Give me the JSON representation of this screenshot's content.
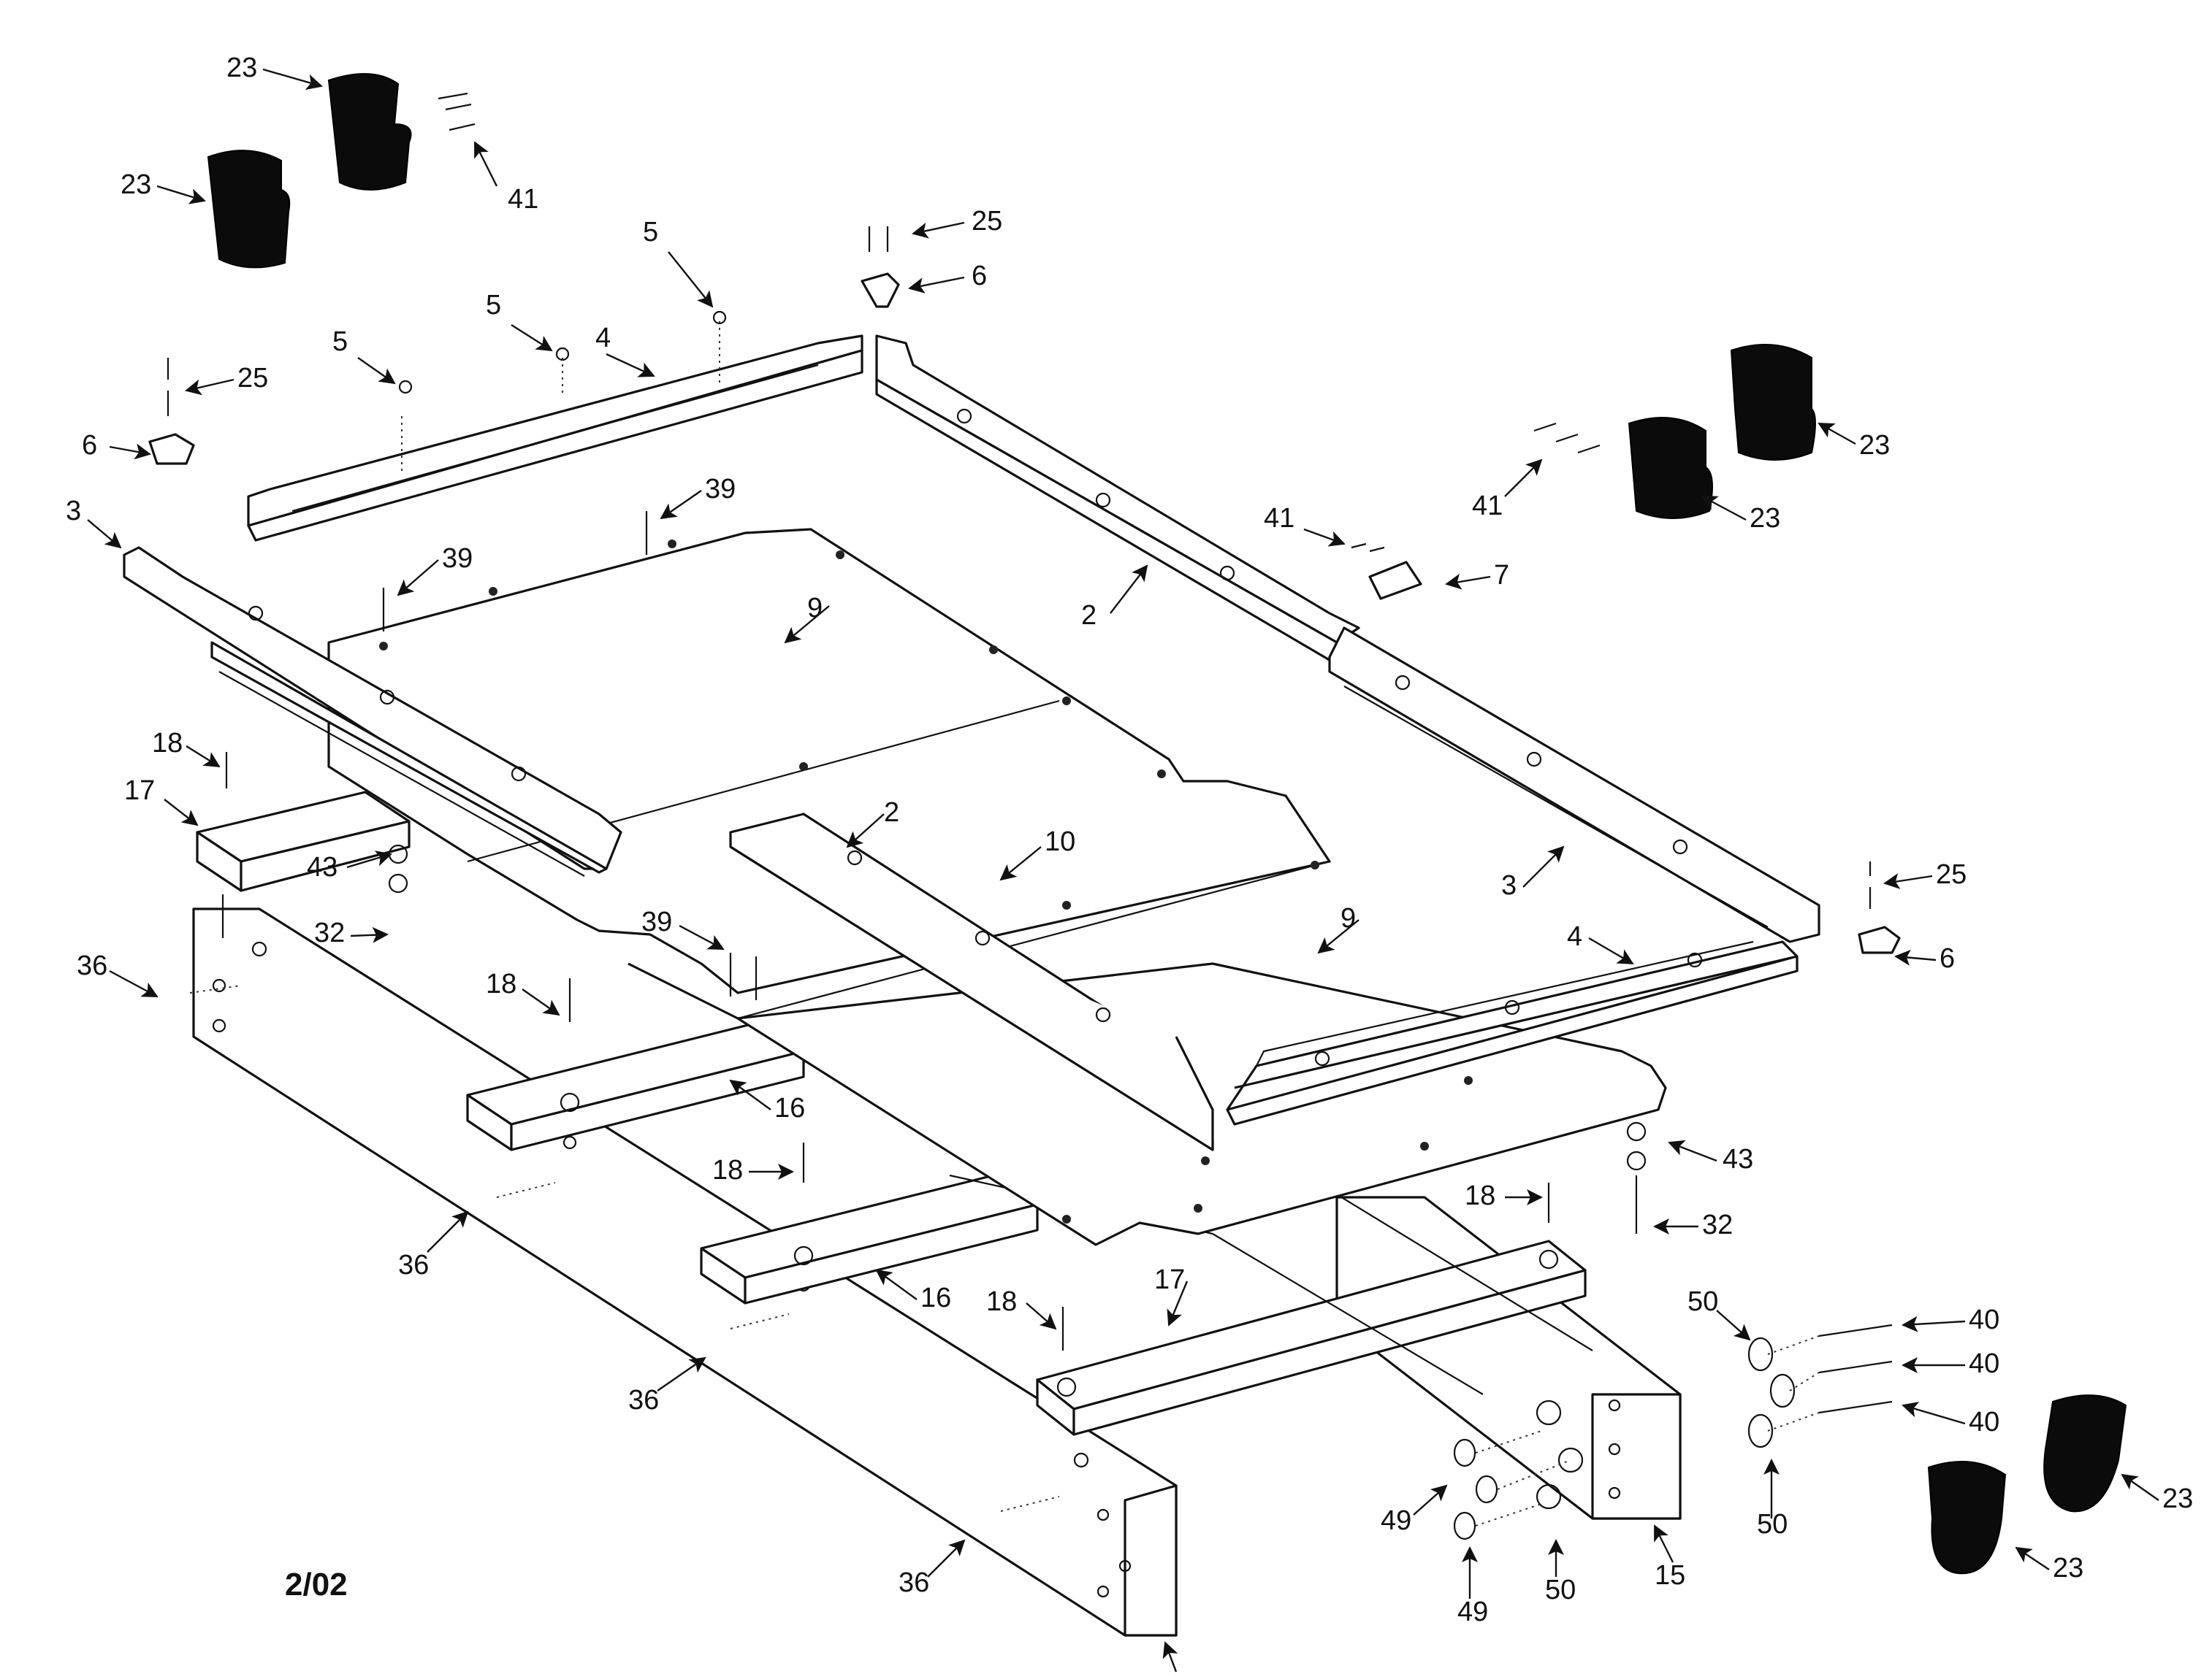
{
  "diagram": {
    "revision_date": "2/02",
    "callouts": [
      {
        "id": "c-23-a",
        "label": "23"
      },
      {
        "id": "c-41-a",
        "label": "41"
      },
      {
        "id": "c-23-b",
        "label": "23"
      },
      {
        "id": "c-25-a",
        "label": "25"
      },
      {
        "id": "c-6-a",
        "label": "6"
      },
      {
        "id": "c-5-a",
        "label": "5"
      },
      {
        "id": "c-5-b",
        "label": "5"
      },
      {
        "id": "c-4-a",
        "label": "4"
      },
      {
        "id": "c-5-c",
        "label": "5"
      },
      {
        "id": "c-25-b",
        "label": "25"
      },
      {
        "id": "c-6-b",
        "label": "6"
      },
      {
        "id": "c-23-c",
        "label": "23"
      },
      {
        "id": "c-41-b",
        "label": "41"
      },
      {
        "id": "c-23-d",
        "label": "23"
      },
      {
        "id": "c-3-a",
        "label": "3"
      },
      {
        "id": "c-39-a",
        "label": "39"
      },
      {
        "id": "c-39-b",
        "label": "39"
      },
      {
        "id": "c-9-a",
        "label": "9"
      },
      {
        "id": "c-41-c",
        "label": "41"
      },
      {
        "id": "c-7",
        "label": "7"
      },
      {
        "id": "c-2-a",
        "label": "2"
      },
      {
        "id": "c-18-a",
        "label": "18"
      },
      {
        "id": "c-17-a",
        "label": "17"
      },
      {
        "id": "c-43-a",
        "label": "43"
      },
      {
        "id": "c-32-a",
        "label": "32"
      },
      {
        "id": "c-2-b",
        "label": "2"
      },
      {
        "id": "c-10",
        "label": "10"
      },
      {
        "id": "c-3-b",
        "label": "3"
      },
      {
        "id": "c-25-c",
        "label": "25"
      },
      {
        "id": "c-6-c",
        "label": "6"
      },
      {
        "id": "c-9-b",
        "label": "9"
      },
      {
        "id": "c-4-b",
        "label": "4"
      },
      {
        "id": "c-36-a",
        "label": "36"
      },
      {
        "id": "c-39-c",
        "label": "39"
      },
      {
        "id": "c-18-b",
        "label": "18"
      },
      {
        "id": "c-16-a",
        "label": "16"
      },
      {
        "id": "c-43-b",
        "label": "43"
      },
      {
        "id": "c-18-c",
        "label": "18"
      },
      {
        "id": "c-32-b",
        "label": "32"
      },
      {
        "id": "c-18-d",
        "label": "18"
      },
      {
        "id": "c-36-b",
        "label": "36"
      },
      {
        "id": "c-16-b",
        "label": "16"
      },
      {
        "id": "c-18-e",
        "label": "18"
      },
      {
        "id": "c-17-b",
        "label": "17"
      },
      {
        "id": "c-50-a",
        "label": "50"
      },
      {
        "id": "c-40-a",
        "label": "40"
      },
      {
        "id": "c-40-b",
        "label": "40"
      },
      {
        "id": "c-40-c",
        "label": "40"
      },
      {
        "id": "c-36-c",
        "label": "36"
      },
      {
        "id": "c-23-e",
        "label": "23"
      },
      {
        "id": "c-50-b",
        "label": "50"
      },
      {
        "id": "c-49-a",
        "label": "49"
      },
      {
        "id": "c-15",
        "label": "15"
      },
      {
        "id": "c-23-f",
        "label": "23"
      },
      {
        "id": "c-36-d",
        "label": "36"
      },
      {
        "id": "c-49-b",
        "label": "49"
      },
      {
        "id": "c-50-c",
        "label": "50"
      }
    ]
  }
}
